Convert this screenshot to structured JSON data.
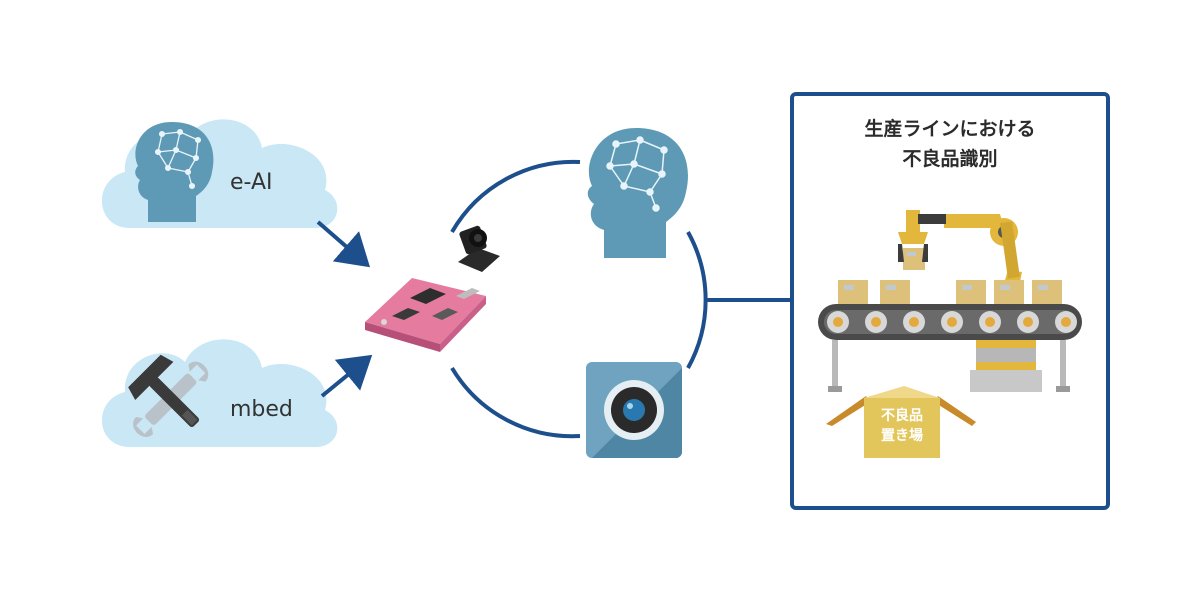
{
  "clouds": {
    "eai_label": "e-AI",
    "mbed_label": "mbed"
  },
  "panel": {
    "title_line1": "生産ラインにおける",
    "title_line2": "不良品識別",
    "bin_line1": "不良品",
    "bin_line2": "置き場"
  },
  "colors": {
    "accent": "#1d4f8c",
    "cloud": "#c9e7f4",
    "head": "#5e9ab5",
    "board": "#e67ba0",
    "robot": "#e3b73c",
    "box": "#ddc07a"
  },
  "icons": {
    "ai_head": "ai-head-icon",
    "tools": "wrench-hammer-icon",
    "board": "camera-board-icon",
    "camera": "camera-icon",
    "robot": "robot-arm-icon",
    "conveyor": "conveyor-icon"
  }
}
